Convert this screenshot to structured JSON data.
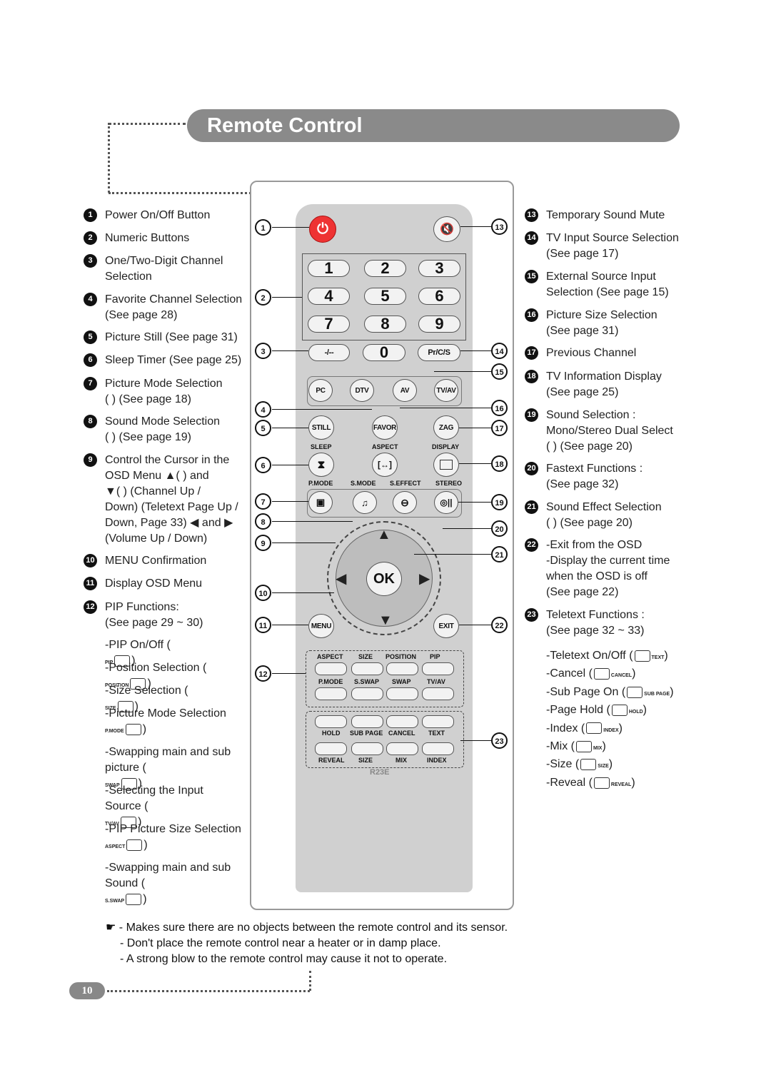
{
  "title": "Remote Control",
  "left_items": [
    {
      "num": "1",
      "lines": [
        "Power On/Off Button"
      ]
    },
    {
      "num": "2",
      "lines": [
        "Numeric Buttons"
      ]
    },
    {
      "num": "3",
      "lines": [
        "One/Two-Digit Channel",
        "Selection"
      ]
    },
    {
      "num": "4",
      "lines": [
        "Favorite Channel Selection",
        "(See page 28)"
      ]
    },
    {
      "num": "5",
      "lines": [
        "Picture Still (See page 31)"
      ]
    },
    {
      "num": "6",
      "lines": [
        "Sleep Timer (See page 25)"
      ]
    },
    {
      "num": "7",
      "lines": [
        "Picture Mode Selection",
        "(      ) (See page 18)"
      ]
    },
    {
      "num": "8",
      "lines": [
        "Sound Mode Selection",
        "(      ) (See page 19)"
      ]
    },
    {
      "num": "9",
      "lines": [
        "Control the Cursor in the",
        "OSD Menu ▲(      ) and",
        "▼(      ) (Channel Up /",
        "Down) (Teletext Page Up /",
        "Down, Page 33) ◀ and ▶",
        "(Volume Up / Down)"
      ]
    },
    {
      "num": "10",
      "lines": [
        "MENU Confirmation"
      ]
    },
    {
      "num": "11",
      "lines": [
        "Display OSD Menu"
      ]
    },
    {
      "num": "12",
      "lines": [
        "PIP Functions:",
        "(See page 29 ~ 30)"
      ]
    }
  ],
  "pip_items": [
    {
      "text": "-PIP On/Off (",
      "tag": "PIP",
      "tail": ")"
    },
    {
      "text": "-Position Selection (",
      "tag": "POSITION",
      "tail": ")"
    },
    {
      "text": "-Size Selection (",
      "tag": "SIZE",
      "tail": ")"
    },
    {
      "text": "-Picture Mode Selection",
      "tag": "P.MODE",
      "tail": ")"
    },
    {
      "text": "-Swapping main and sub",
      "text2": "picture (",
      "tag": "SWAP",
      "tail": ")"
    },
    {
      "text": "-Selecting the Input",
      "text2": "Source (",
      "tag": "TV/AV",
      "tail": ")"
    },
    {
      "text": "-PIP Picture Size Selection",
      "tag": "ASPECT",
      "tail": ")"
    },
    {
      "text": "-Swapping main and sub",
      "text2": "Sound (",
      "tag": "S.SWAP",
      "tail": ")"
    }
  ],
  "right_items": [
    {
      "num": "13",
      "lines": [
        "Temporary Sound Mute"
      ]
    },
    {
      "num": "14",
      "lines": [
        "TV Input Source Selection",
        "(See page 17)"
      ]
    },
    {
      "num": "15",
      "lines": [
        "External Source Input",
        "Selection (See page 15)"
      ]
    },
    {
      "num": "16",
      "lines": [
        "Picture Size Selection",
        "(See page 31)"
      ]
    },
    {
      "num": "17",
      "lines": [
        "Previous Channel"
      ]
    },
    {
      "num": "18",
      "lines": [
        "TV Information Display",
        "(See page 25)"
      ]
    },
    {
      "num": "19",
      "lines": [
        "Sound Selection :",
        "Mono/Stereo Dual Select",
        "(      ) (See page 20)"
      ]
    },
    {
      "num": "20",
      "lines": [
        "Fastext Functions :",
        "(See page 32)"
      ]
    },
    {
      "num": "21",
      "lines": [
        "Sound Effect Selection",
        "(      ) (See page 20)"
      ]
    },
    {
      "num": "22",
      "lines": [
        "-Exit from the OSD",
        "-Display the current time",
        "when the OSD is off",
        "(See page 22)"
      ]
    },
    {
      "num": "23",
      "lines": [
        "Teletext Functions :",
        "(See page 32 ~ 33)"
      ]
    }
  ],
  "teletext_items": [
    {
      "text": "-Teletext On/Off (",
      "tag": "TEXT"
    },
    {
      "text": "-Cancel (",
      "tag": "CANCEL"
    },
    {
      "text": "-Sub Page On (",
      "tag": "SUB PAGE"
    },
    {
      "text": "-Page Hold (",
      "tag": "HOLD"
    },
    {
      "text": "-Index (",
      "tag": "INDEX"
    },
    {
      "text": "-Mix (",
      "tag": "MIX"
    },
    {
      "text": "-Size (",
      "tag": "SIZE"
    },
    {
      "text": "-Reveal (",
      "tag": "REVEAL"
    }
  ],
  "remote": {
    "digits": [
      "1",
      "2",
      "3",
      "4",
      "5",
      "6",
      "7",
      "8",
      "9"
    ],
    "dash": "-/--",
    "zero": "0",
    "prcs": "Pr/C/S",
    "sources": [
      "PC",
      "DTV",
      "AV",
      "TV/AV"
    ],
    "still": "STILL",
    "favor": "FAVOR",
    "zag": "ZAG",
    "row_labels_1": [
      "SLEEP",
      "ASPECT",
      "DISPLAY"
    ],
    "row_labels_2": [
      "P.MODE",
      "S.MODE",
      "S.EFFECT",
      "STEREO"
    ],
    "ok": "OK",
    "menu": "MENU",
    "exit": "EXIT",
    "pip_labels_top": [
      "ASPECT",
      "SIZE",
      "POSITION",
      "PIP"
    ],
    "pip_labels_mid": [
      "P.MODE",
      "S.SWAP",
      "SWAP",
      "TV/AV"
    ],
    "tt_labels_mid": [
      "HOLD",
      "SUB PAGE",
      "CANCEL",
      "TEXT"
    ],
    "tt_labels_bot": [
      "REVEAL",
      "SIZE",
      "MIX",
      "INDEX"
    ],
    "model": "R23E"
  },
  "notes": [
    "☛ - Makes sure there are no objects between the remote control and its sensor.",
    "- Don't place the remote control near a heater or in damp place.",
    "- A strong blow to the remote control may cause it not to operate."
  ],
  "page_number": "10"
}
